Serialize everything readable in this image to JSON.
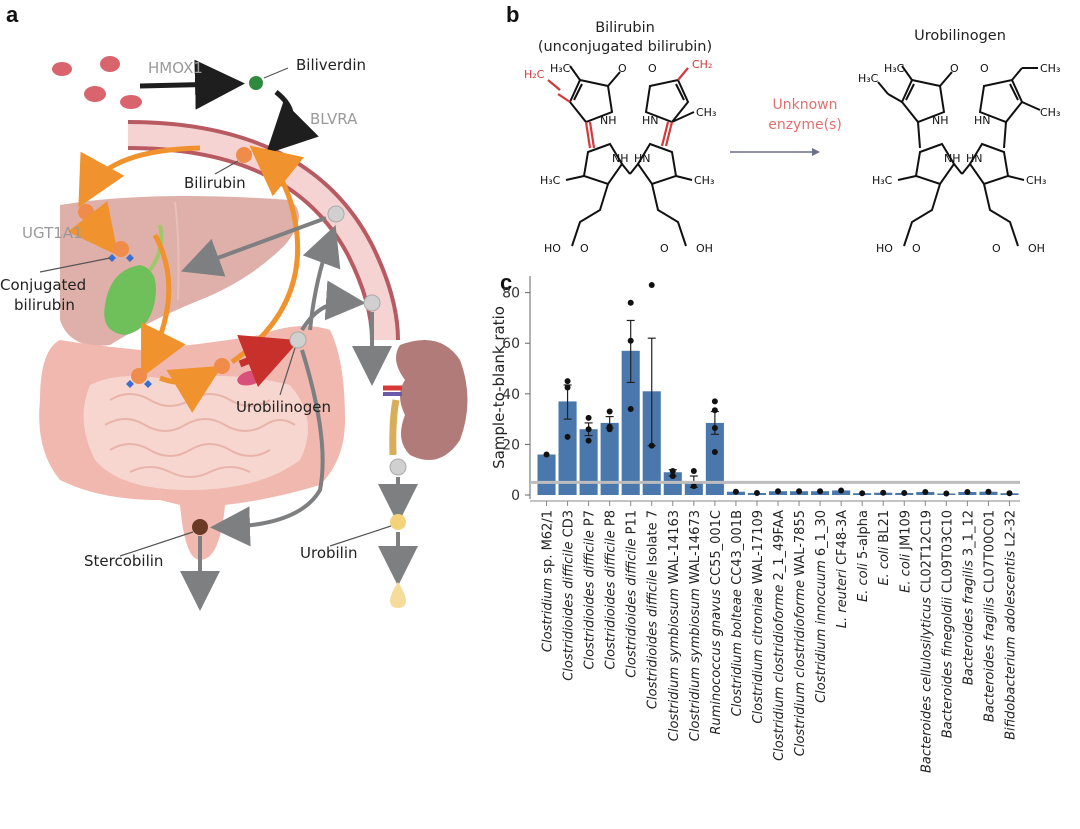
{
  "panel_letters": {
    "a": "a",
    "b": "b",
    "c": "c"
  },
  "panel_a": {
    "labels": {
      "hmox1": "HMOX1",
      "biliverdin": "Biliverdin",
      "blvra": "BLVRA",
      "bilirubin": "Bilirubin",
      "ugt1a1": "UGT1A1",
      "conjugated_line1": "Conjugated",
      "conjugated_line2": "bilirubin",
      "urobilinogen": "Urobilinogen",
      "stercobilin": "Stercobilin",
      "urobilin": "Urobilin"
    },
    "colors": {
      "red_blood_cell": "#d9646e",
      "biliverdin": "#2e8b3e",
      "bilirubin": "#f08c4a",
      "orange_arrow": "#f0922e",
      "gray_arrow": "#7d7f81",
      "black_arrow": "#1e1e1e",
      "vessel": "#b85a62",
      "vessel_fill": "#f6d3d3",
      "liver": "#d9a29a",
      "intestine": "#f2c2b8",
      "gallbladder": "#6fbf5a",
      "kidney": "#b07b78",
      "stercobilin": "#6b3a25",
      "urobilin": "#f5d27a",
      "urobilinogen": "#d0d0d0",
      "bacterium": "#d9517a",
      "red_arrow": "#c8302c"
    }
  },
  "panel_b": {
    "left_title_line1": "Bilirubin",
    "left_title_line2": "(unconjugated bilirubin)",
    "right_title": "Urobilinogen",
    "arrow_label_line1": "Unknown",
    "arrow_label_line2": "enzyme(s)",
    "atoms": {
      "h3c": "H₃C",
      "ch3": "CH₃",
      "h2c": "H₂C",
      "ch2": "CH₂",
      "o": "O",
      "nh": "NH",
      "hn": "HN",
      "ho": "HO",
      "oh": "OH"
    },
    "colors": {
      "highlight": "#d23a3a",
      "arrow_label": "#e07070",
      "arrow": "#6a6f8a"
    }
  },
  "chart_data": {
    "type": "bar",
    "title": "",
    "xlabel": "",
    "ylabel": "Sample-to-blank ratio",
    "ylim": [
      0,
      85
    ],
    "yticks": [
      0,
      20,
      40,
      60,
      80
    ],
    "grid": false,
    "threshold_line": 5,
    "bar_color": "#4a78ad",
    "threshold_color": "#bdbdbd",
    "categories": [
      {
        "genus": "Clostridium",
        "rest": " sp. M62/1",
        "italic_genus": true
      },
      {
        "genus": "Clostridioides difficile",
        "rest": " CD3",
        "italic_genus": true
      },
      {
        "genus": "Clostridioides difficile",
        "rest": " P7",
        "italic_genus": true
      },
      {
        "genus": "Clostridioides difficile",
        "rest": " P8",
        "italic_genus": true
      },
      {
        "genus": "Clostridioides difficile",
        "rest": " P11",
        "italic_genus": true
      },
      {
        "genus": "Clostridioides difficile",
        "rest": " Isolate 7",
        "italic_genus": true
      },
      {
        "genus": "Clostridium symbiosum",
        "rest": " WAL-14163",
        "italic_genus": true
      },
      {
        "genus": "Clostridium symbiosum",
        "rest": " WAL-14673",
        "italic_genus": true
      },
      {
        "genus": "Ruminococcus gnavus",
        "rest": " CC55_001C",
        "italic_genus": true
      },
      {
        "genus": "Clostridium bolteae",
        "rest": " CC43_001B",
        "italic_genus": true
      },
      {
        "genus": "Clostridium citroniae",
        "rest": " WAL-17109",
        "italic_genus": true
      },
      {
        "genus": "Clostridium clostridioforme",
        "rest": " 2_1_49FAA",
        "italic_genus": true
      },
      {
        "genus": "Clostridium clostridioforme",
        "rest": " WAL-7855",
        "italic_genus": true
      },
      {
        "genus": "Clostridium innocuum",
        "rest": " 6_1_30",
        "italic_genus": true
      },
      {
        "genus": "L. reuteri",
        "rest": " CF48-3A",
        "italic_genus": true
      },
      {
        "genus": "E. coli",
        "rest": " 5-alpha",
        "italic_genus": true
      },
      {
        "genus": "E. coli",
        "rest": " BL21",
        "italic_genus": true
      },
      {
        "genus": "E. coli",
        "rest": " JM109",
        "italic_genus": true
      },
      {
        "genus": "Bacteroides cellulosilyticus",
        "rest": " CL02T12C19",
        "italic_genus": true
      },
      {
        "genus": "Bacteroides finegoldii",
        "rest": " CL09T03C10",
        "italic_genus": true
      },
      {
        "genus": "Bacteroides fragilis",
        "rest": " 3_1_12",
        "italic_genus": true
      },
      {
        "genus": "Bacteroides fragilis",
        "rest": " CL07T00C01",
        "italic_genus": true
      },
      {
        "genus": "Bifidobacterium adolescentis",
        "rest": " L2-32",
        "italic_genus": true
      }
    ],
    "values": [
      16,
      37,
      26,
      28.5,
      57,
      41,
      9,
      5,
      28.5,
      1.3,
      0.8,
      1.5,
      1.5,
      1.5,
      1.8,
      0.7,
      0.9,
      0.8,
      1.2,
      0.6,
      1.2,
      1.3,
      0.7
    ],
    "error": [
      null,
      [
        30,
        43.5
      ],
      [
        23.5,
        28.5
      ],
      [
        26.5,
        31
      ],
      [
        44.5,
        69
      ],
      [
        19.5,
        62
      ],
      [
        7.5,
        10
      ],
      [
        3,
        7.5
      ],
      [
        24,
        33
      ],
      null,
      null,
      null,
      null,
      null,
      null,
      null,
      null,
      null,
      null,
      null,
      null,
      null,
      null
    ],
    "points": [
      [
        16
      ],
      [
        45,
        42.5,
        23
      ],
      [
        30.5,
        26,
        21.5
      ],
      [
        33,
        27,
        26
      ],
      [
        76,
        61,
        34
      ],
      [
        83,
        19.5
      ],
      [
        9.5,
        7.5
      ],
      [
        9.5,
        3.5
      ],
      [
        37,
        33.5,
        26.5,
        17
      ],
      [
        1.3
      ],
      [
        0.8
      ],
      [
        1.5
      ],
      [
        1.5
      ],
      [
        1.5
      ],
      [
        1.8
      ],
      [
        0.7
      ],
      [
        0.9
      ],
      [
        0.8
      ],
      [
        1.2
      ],
      [
        0.6
      ],
      [
        1.2
      ],
      [
        1.3
      ],
      [
        0.7
      ]
    ]
  }
}
